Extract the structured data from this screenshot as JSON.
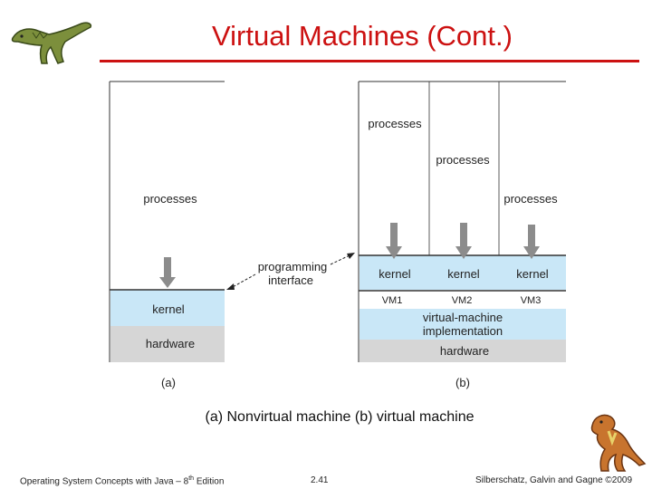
{
  "slide": {
    "title": "Virtual Machines (Cont.)",
    "caption": "(a) Nonvirtual machine (b) virtual machine",
    "footer_left_pre": "Operating System Concepts with Java – 8",
    "footer_left_sup": "th",
    "footer_left_post": " Edition",
    "footer_center": "2.41",
    "footer_right": "Silberschatz, Galvin and Gagne ©2009"
  },
  "diagram": {
    "left": {
      "processes": "processes",
      "kernel": "kernel",
      "hardware": "hardware",
      "label": "(a)"
    },
    "programming_interface": [
      "programming",
      "interface"
    ],
    "right": {
      "processes": [
        "processes",
        "processes",
        "processes"
      ],
      "kernels": [
        "kernel",
        "kernel",
        "kernel"
      ],
      "vms": [
        "VM1",
        "VM2",
        "VM3"
      ],
      "vm_impl": [
        "virtual-machine",
        "implementation"
      ],
      "hardware": "hardware",
      "label": "(b)"
    }
  },
  "colors": {
    "title": "#cc1111",
    "kernel_fill": "#c9e7f7",
    "hardware_fill": "#d6d6d6",
    "arrow_fill": "#8c8c8c"
  },
  "icons": [
    "dinosaur-logo-icon",
    "dinosaur-mascot-icon"
  ]
}
